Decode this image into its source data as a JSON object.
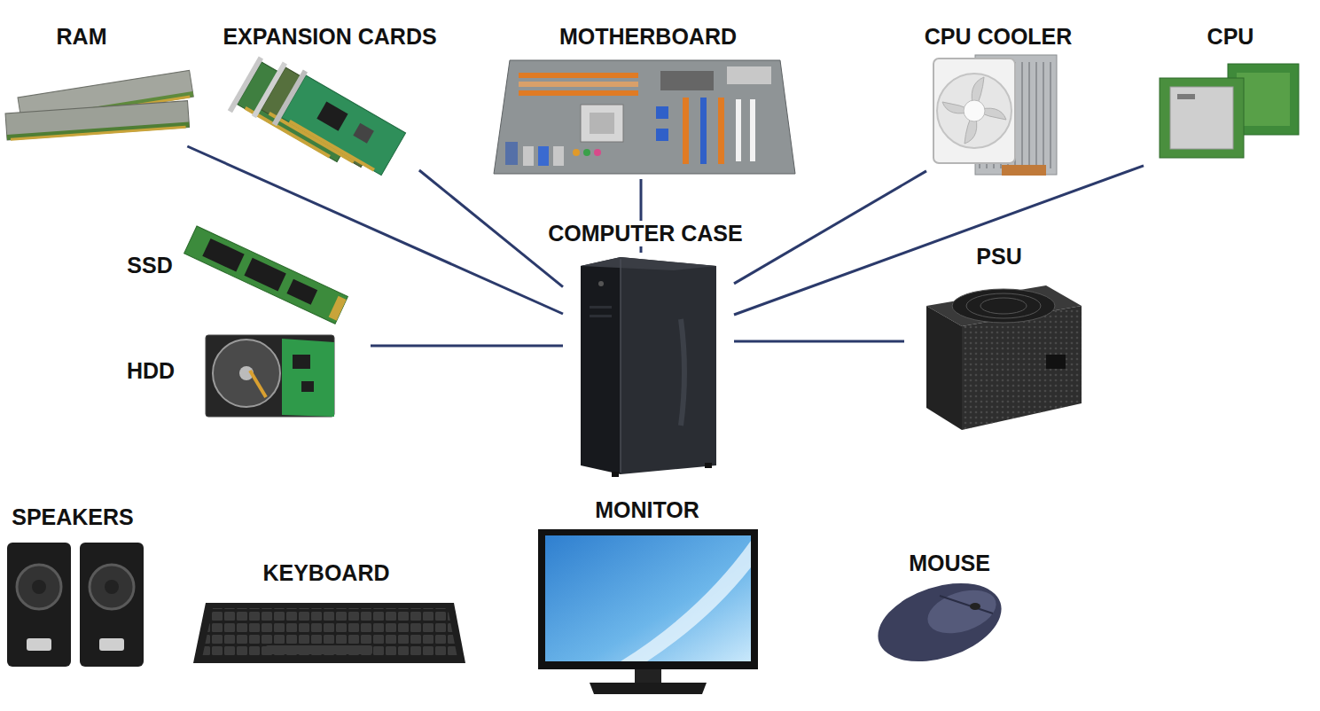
{
  "diagram": {
    "nodes": [
      {
        "text": [
          "RAM"
        ]
      },
      {
        "text": [
          "EXPANSION CARDS"
        ]
      },
      {
        "text": [
          "MOTHERBOARD"
        ]
      },
      {
        "text": [
          "CPU COOLER"
        ]
      },
      {
        "text": [
          "CPU"
        ]
      },
      {
        "text": [
          "COMPUTER CASE"
        ]
      },
      {
        "text": [
          "SSD"
        ]
      },
      {
        "text": [
          "PSU"
        ]
      },
      {
        "text": [
          "HDD"
        ]
      },
      {
        "text": [
          "SPEAKERS"
        ]
      },
      {
        "text": [
          "MONITOR"
        ]
      },
      {
        "text": [
          "KEYBOARD"
        ]
      },
      {
        "text": [
          "MOUSE"
        ]
      }
    ],
    "edges": [
      {
        "from": 0,
        "to": 5,
        "arrow": "none"
      },
      {
        "from": 1,
        "to": 5,
        "arrow": "none"
      },
      {
        "from": 2,
        "to": 5,
        "arrow": "none"
      },
      {
        "from": 3,
        "to": 5,
        "arrow": "none"
      },
      {
        "from": 4,
        "to": 5,
        "arrow": "none"
      },
      {
        "from": 8,
        "to": 5,
        "arrow": "none"
      },
      {
        "from": 7,
        "to": 5,
        "arrow": "none"
      }
    ]
  }
}
